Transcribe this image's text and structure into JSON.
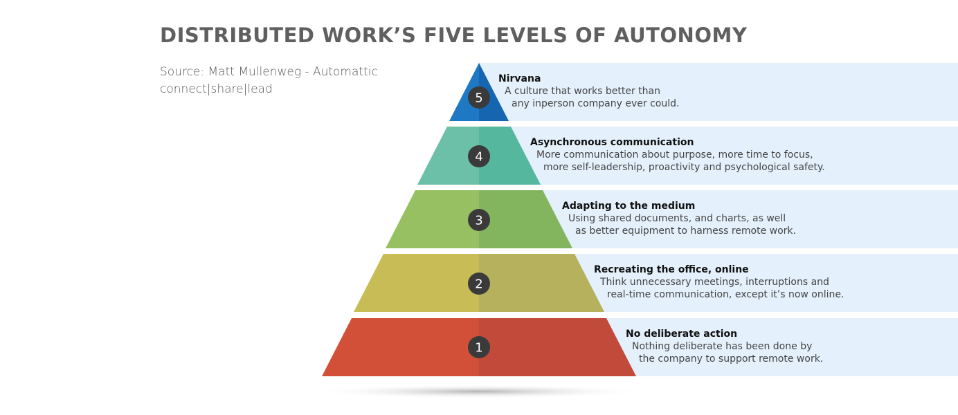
{
  "title": "DISTRIBUTED WORK’S FIVE LEVELS OF AUTONOMY",
  "source": {
    "line1": "Source: Matt Mullenweg - Automattic",
    "line2": "connect|share|lead"
  },
  "levels": [
    {
      "number": "5",
      "heading": "Nirvana",
      "desc_line1": "A culture that works better than",
      "desc_line2": "any inperson company ever could.",
      "color_left": "#1f78c4",
      "color_right": "#1565b0"
    },
    {
      "number": "4",
      "heading": "Asynchronous communication",
      "desc_line1": "More communication about purpose, more time to focus,",
      "desc_line2": "more self-leadership, proactivity and psychological safety.",
      "color_left": "#6cc0a8",
      "color_right": "#55b89e"
    },
    {
      "number": "3",
      "heading": "Adapting to the medium",
      "desc_line1": "Using shared documents, and charts, as well",
      "desc_line2": "as better equipment to harness remote work.",
      "color_left": "#96c061",
      "color_right": "#83b45e"
    },
    {
      "number": "2",
      "heading": "Recreating the office, online",
      "desc_line1": "Think unnecessary meetings, interruptions and",
      "desc_line2": "real-time communication, except it’s now online.",
      "color_left": "#c8bc56",
      "color_right": "#b6b15c"
    },
    {
      "number": "1",
      "heading": "No deliberate action",
      "desc_line1": "Nothing deliberate has been done by",
      "desc_line2": "the company to support remote work.",
      "color_left": "#d35038",
      "color_right": "#c24a3a"
    }
  ],
  "colors": {
    "band_background": "#e4f0fb",
    "number_circle": "#3a3a3a",
    "title": "#5f5f5f",
    "shadow": "#cfcfcf"
  }
}
